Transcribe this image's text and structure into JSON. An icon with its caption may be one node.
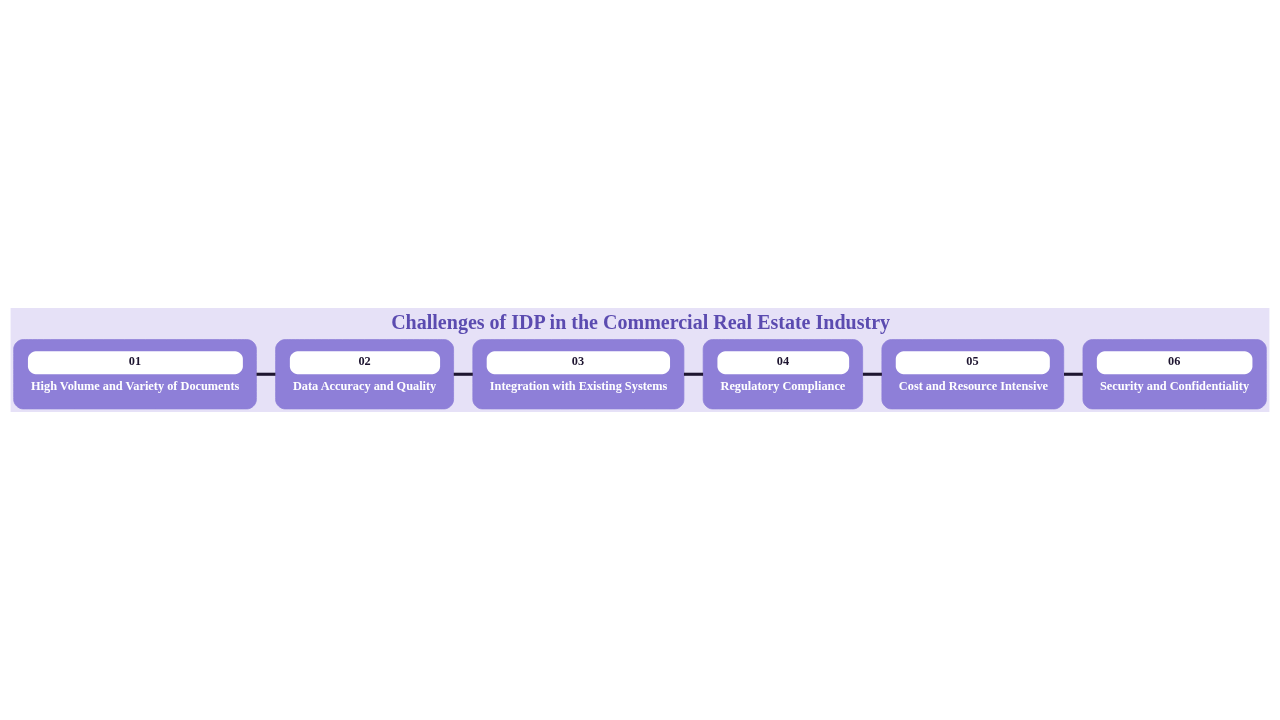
{
  "diagram": {
    "title": "Challenges of IDP in the Commercial Real Estate Industry",
    "nodes": [
      {
        "text": [
          "01",
          "High Volume and Variety of Documents"
        ]
      },
      {
        "text": [
          "02",
          "Data Accuracy and Quality"
        ]
      },
      {
        "text": [
          "03",
          "Integration with Existing Systems"
        ]
      },
      {
        "text": [
          "04",
          "Regulatory Compliance"
        ]
      },
      {
        "text": [
          "05",
          "Cost and Resource Intensive"
        ]
      },
      {
        "text": [
          "06",
          "Security and Confidentiality"
        ]
      }
    ],
    "edges": [
      {
        "from": 0,
        "to": 1,
        "arrow": "none"
      },
      {
        "from": 1,
        "to": 2,
        "arrow": "none"
      },
      {
        "from": 2,
        "to": 3,
        "arrow": "none"
      },
      {
        "from": 3,
        "to": 4,
        "arrow": "none"
      },
      {
        "from": 4,
        "to": 5,
        "arrow": "none"
      }
    ]
  }
}
